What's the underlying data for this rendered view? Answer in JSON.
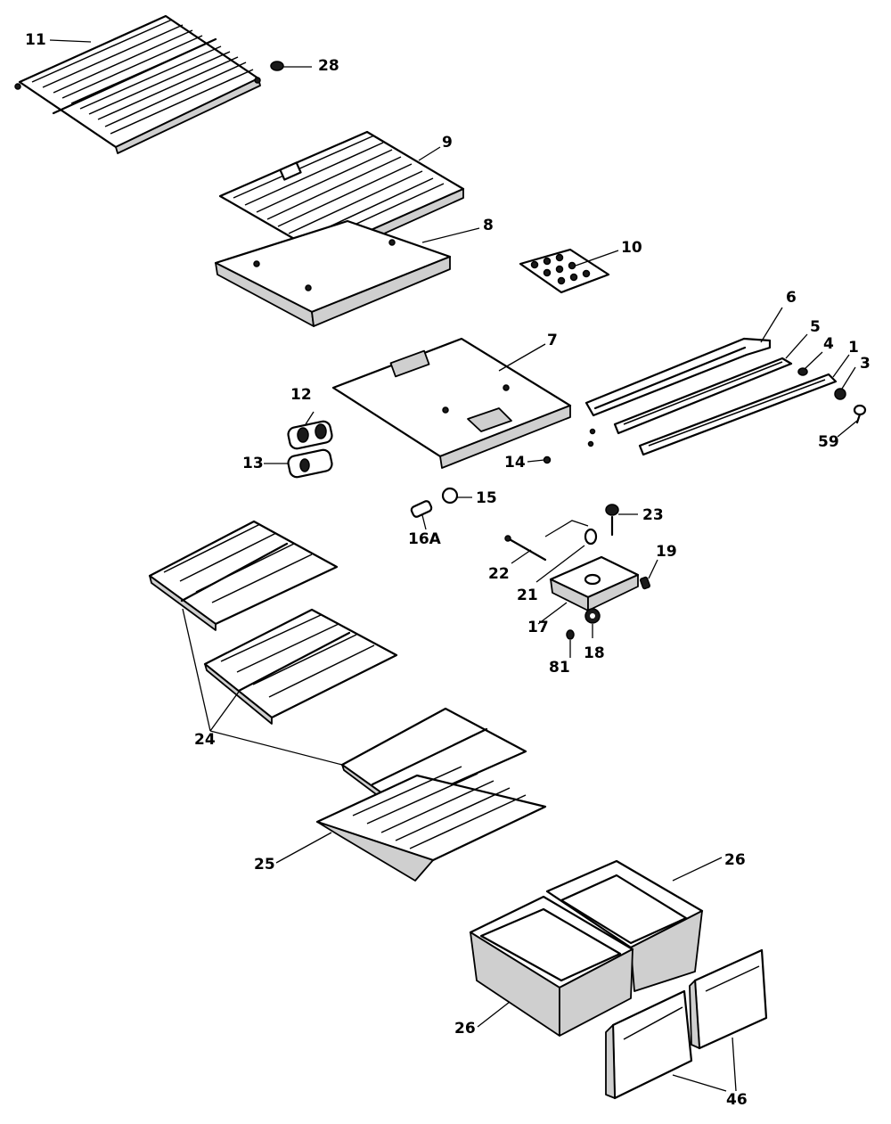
{
  "diagram": {
    "callouts": [
      {
        "id": "11",
        "text": "11"
      },
      {
        "id": "28",
        "text": "28"
      },
      {
        "id": "9",
        "text": "9"
      },
      {
        "id": "8",
        "text": "8"
      },
      {
        "id": "10",
        "text": "10"
      },
      {
        "id": "6",
        "text": "6"
      },
      {
        "id": "5",
        "text": "5"
      },
      {
        "id": "4",
        "text": "4"
      },
      {
        "id": "1",
        "text": "1"
      },
      {
        "id": "3",
        "text": "3"
      },
      {
        "id": "59",
        "text": "59"
      },
      {
        "id": "7",
        "text": "7"
      },
      {
        "id": "12",
        "text": "12"
      },
      {
        "id": "13",
        "text": "13"
      },
      {
        "id": "14",
        "text": "14"
      },
      {
        "id": "15",
        "text": "15"
      },
      {
        "id": "16A",
        "text": "16A"
      },
      {
        "id": "23",
        "text": "23"
      },
      {
        "id": "22",
        "text": "22"
      },
      {
        "id": "21",
        "text": "21"
      },
      {
        "id": "19",
        "text": "19"
      },
      {
        "id": "17",
        "text": "17"
      },
      {
        "id": "81",
        "text": "81"
      },
      {
        "id": "18",
        "text": "18"
      },
      {
        "id": "24",
        "text": "24"
      },
      {
        "id": "25",
        "text": "25"
      },
      {
        "id": "26a",
        "text": "26"
      },
      {
        "id": "26b",
        "text": "26"
      },
      {
        "id": "46",
        "text": "46"
      }
    ]
  }
}
